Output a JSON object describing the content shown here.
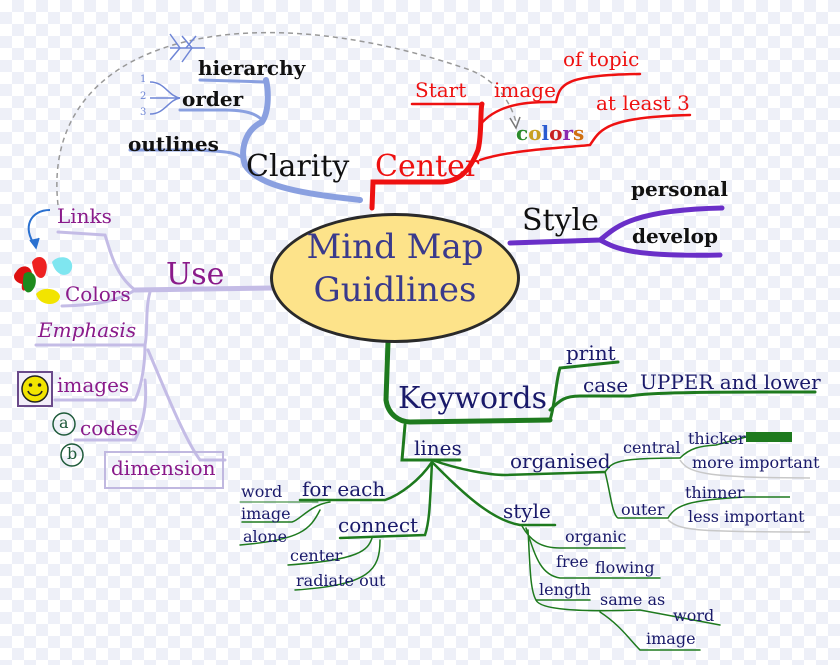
{
  "center": {
    "line1": "Mind Map",
    "line2": "Guidlines"
  },
  "clarity": {
    "label": "Clarity",
    "items": [
      "hierarchy",
      "order",
      "outlines"
    ],
    "order_numbers": [
      "1",
      "2",
      "3"
    ]
  },
  "center_branch": {
    "label": "Center",
    "items": [
      "Start",
      "image",
      "of topic",
      "at least 3"
    ],
    "colors_word": [
      "c",
      "o",
      "l",
      "o",
      "r",
      "s"
    ]
  },
  "style": {
    "label": "Style",
    "items": [
      "personal",
      "develop"
    ]
  },
  "use": {
    "label": "Use",
    "items": [
      "Links",
      "Colors",
      "Emphasis",
      "images",
      "codes",
      "dimension"
    ],
    "code_markers": [
      "a",
      "b"
    ]
  },
  "keywords": {
    "label": "Keywords",
    "print": "print",
    "case": "case",
    "case_value": "UPPER and lower",
    "lines": "lines",
    "organised": "organised",
    "central": "central",
    "thicker": "thicker",
    "more_important": "more important",
    "outer": "outer",
    "thinner": "thinner",
    "less_important": "less important",
    "for_each": "for each",
    "word": "word",
    "image": "image",
    "alone": "alone",
    "connect": "connect",
    "center_word": "center",
    "radiate_out": "radiate out",
    "style": "style",
    "organic": "organic",
    "free": "free",
    "flowing": "flowing",
    "length": "length",
    "same_as": "same as",
    "word2": "word",
    "image2": "image"
  },
  "colors": {
    "clarity_branch": "#8aa0e0",
    "center_branch": "#ee1111",
    "style_branch": "#6a2fc8",
    "use_branch": "#c4bce6",
    "keywords_branch": "#1e7a1e",
    "ellipse_fill": "#fde38a",
    "node_text": "#3a3a8c"
  },
  "icons": [
    "tree-hierarchy-icon",
    "link-arrow-icon",
    "color-blobs-icon",
    "smiley-icon"
  ]
}
